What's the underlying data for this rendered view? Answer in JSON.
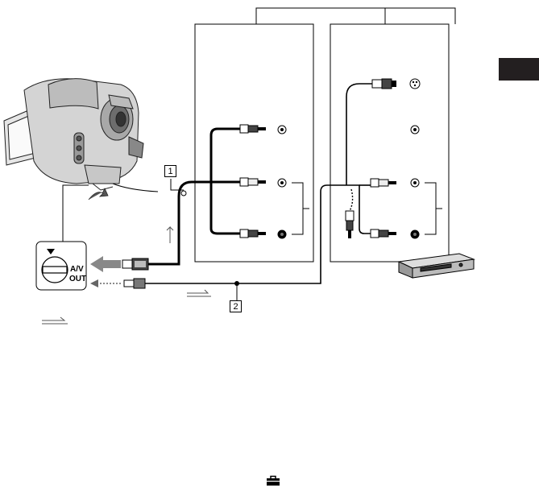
{
  "callouts": {
    "cable_1": "1",
    "cable_2": "2"
  },
  "jack": {
    "line1": "A/V",
    "line2": "OUT"
  },
  "colors": {
    "ink": "#000000",
    "tab": "#231f20",
    "arrow_gray": "#888888"
  },
  "icons": [
    "camcorder-icon",
    "vcr-icon",
    "toolbox-icon",
    "av-jack-icon",
    "s-video-plug-icon",
    "rca-plug-icon"
  ]
}
